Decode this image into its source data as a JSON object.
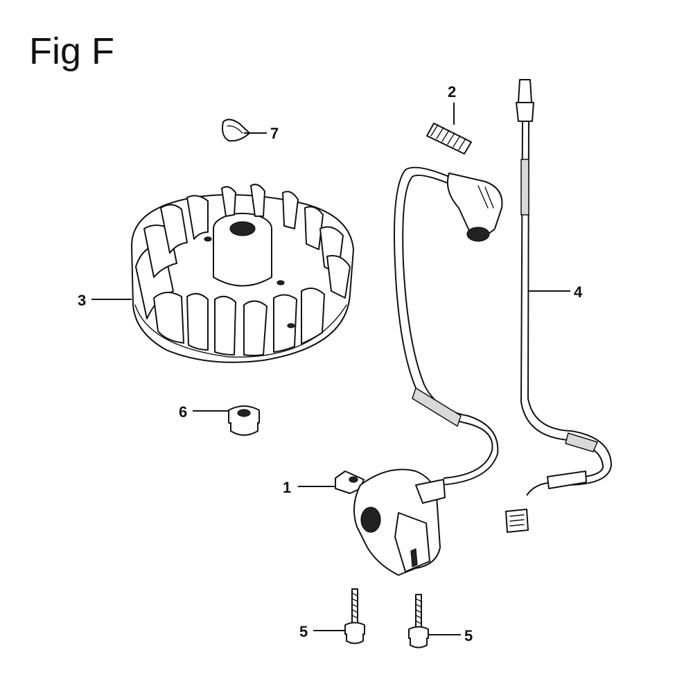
{
  "figure": {
    "title": "Fig F"
  },
  "callouts": [
    {
      "id": "ignition-coil",
      "label": "1"
    },
    {
      "id": "spring",
      "label": "2"
    },
    {
      "id": "flywheel",
      "label": "3"
    },
    {
      "id": "stop-wire",
      "label": "4"
    },
    {
      "id": "bolt-left",
      "label": "5"
    },
    {
      "id": "bolt-right",
      "label": "5"
    },
    {
      "id": "flywheel-nut",
      "label": "6"
    },
    {
      "id": "woodruff-key",
      "label": "7"
    }
  ]
}
